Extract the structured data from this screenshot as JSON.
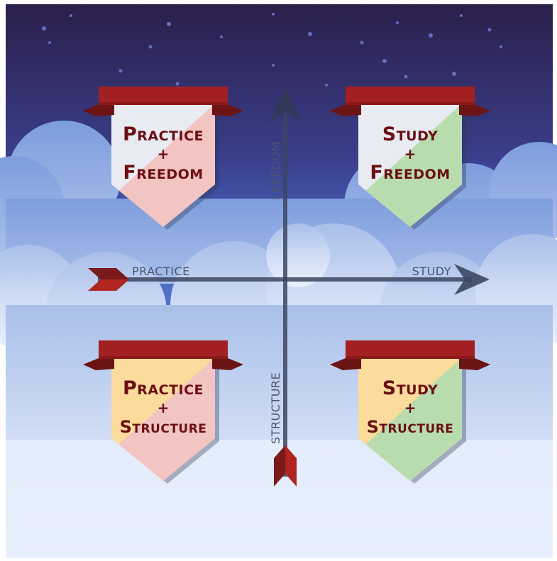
{
  "axes": {
    "horizontal": {
      "left": "PRACTICE",
      "right": "STUDY"
    },
    "vertical": {
      "top": "FREEDOM",
      "bottom": "STRUCTURE"
    }
  },
  "quadrants": [
    {
      "id": "top-left",
      "line1": "Practice",
      "plus": "+",
      "line2": "Freedom",
      "accent": "#f2c4c2",
      "base": "#e8ecf2"
    },
    {
      "id": "top-right",
      "line1": "Study",
      "plus": "+",
      "line2": "Freedom",
      "accent": "#b9dcae",
      "base": "#e8ecf2"
    },
    {
      "id": "bottom-left",
      "line1": "Practice",
      "plus": "+",
      "line2": "Structure",
      "accent": "#f2c4c2",
      "base": "#fbdc9c"
    },
    {
      "id": "bottom-right",
      "line1": "Study",
      "plus": "+",
      "line2": "Structure",
      "accent": "#b9dcae",
      "base": "#fbdc9c"
    }
  ],
  "colors": {
    "sky_top": "#2b1f4a",
    "sky_mid": "#3d4fa8",
    "cloud_light": "#e8f0fc",
    "ribbon": "#a32022",
    "ribbon_dark": "#6b1414",
    "axis": "#3c4660",
    "text": "#6b0f14"
  }
}
